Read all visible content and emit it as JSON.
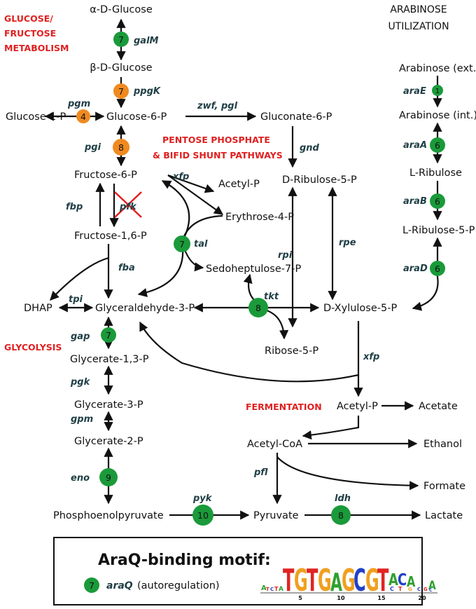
{
  "colors": {
    "green": "#1a9a3a",
    "orange": "#f08a20",
    "red": "#e02020",
    "enzyme": "#1f3e45",
    "logo_A": "#2fa02f",
    "logo_C": "#2140c8",
    "logo_G": "#f0a020",
    "logo_T": "#e02424"
  },
  "headers": {
    "glucose_fructose": [
      "GLUCOSE/",
      "FRUCTOSE",
      "METABOLISM"
    ],
    "pentose": [
      "PENTOSE PHOSPHATE",
      "& BIFID SHUNT PATHWAYS"
    ],
    "glycolysis": "GLYCOLYSIS",
    "fermentation": "FERMENTATION",
    "arabinose": [
      "ARABINOSE",
      "UTILIZATION"
    ]
  },
  "metabolites": {
    "alpha_glucose": "α-D-Glucose",
    "beta_glucose": "β-D-Glucose",
    "glucose_1p": "Glucose-1-P",
    "glucose_6p": "Glucose-6-P",
    "gluconate_6p": "Gluconate-6-P",
    "fructose_6p": "Fructose-6-P",
    "acetyl_p_top": "Acetyl-P",
    "erythrose_4p": "Erythrose-4-P",
    "fructose_16p": "Fructose-1,6-P",
    "sedoheptulose_7p": "Sedoheptulose-7-P",
    "d_ribulose_5p": "D-Ribulose-5-P",
    "dhap": "DHAP",
    "glyceraldehyde_3p": "Glyceraldehyde-3-P",
    "d_xylulose_5p": "D-Xylulose-5-P",
    "ribose_5p": "Ribose-5-P",
    "glycerate_13p": "Glycerate-1,3-P",
    "glycerate_3p": "Glycerate-3-P",
    "glycerate_2p": "Glycerate-2-P",
    "acetyl_p": "Acetyl-P",
    "acetate": "Acetate",
    "acetyl_coa": "Acetyl-CoA",
    "ethanol": "Ethanol",
    "formate": "Formate",
    "pep": "Phosphoenolpyruvate",
    "pyruvate": "Pyruvate",
    "lactate": "Lactate",
    "arabinose_ext": "Arabinose (ext.)",
    "arabinose_int": "Arabinose (int.)",
    "l_ribulose": "L-Ribulose",
    "l_ribulose_5p": "L-Ribulose-5-P"
  },
  "enzymes": {
    "galM": "galM",
    "ppgK": "ppgK",
    "pgm": "pgm",
    "zwf_pgl": "zwf, pgl",
    "pgi": "pgi",
    "gnd": "gnd",
    "xfp_top": "xfp",
    "fbp": "fbp",
    "pfk": "pfk",
    "tal": "tal",
    "fba": "fba",
    "rpi": "rpi",
    "rpe": "rpe",
    "tpi": "tpi",
    "tkt": "tkt",
    "gap": "gap",
    "xfp_bottom": "xfp",
    "pgk": "pgk",
    "gpm": "gpm",
    "eno": "eno",
    "pfl": "pfl",
    "pyk": "pyk",
    "ldh": "ldh",
    "araE": "araE",
    "araA": "araA",
    "araB": "araB",
    "araD": "araD"
  },
  "sites": {
    "galM": "7",
    "ppgK": "7",
    "pgm": "4",
    "pgi": "8",
    "tal": "7",
    "tkt": "8",
    "gap": "7",
    "eno": "9",
    "pyk": "10",
    "ldh": "8",
    "araE": "1",
    "araA": "6",
    "araB": "6",
    "araD": "6"
  },
  "legend": {
    "title": "AraQ-binding motif:",
    "badge": "7",
    "gene": "araQ",
    "note": "(autoregulation)",
    "ticks": [
      "5",
      "10",
      "15",
      "20"
    ]
  }
}
